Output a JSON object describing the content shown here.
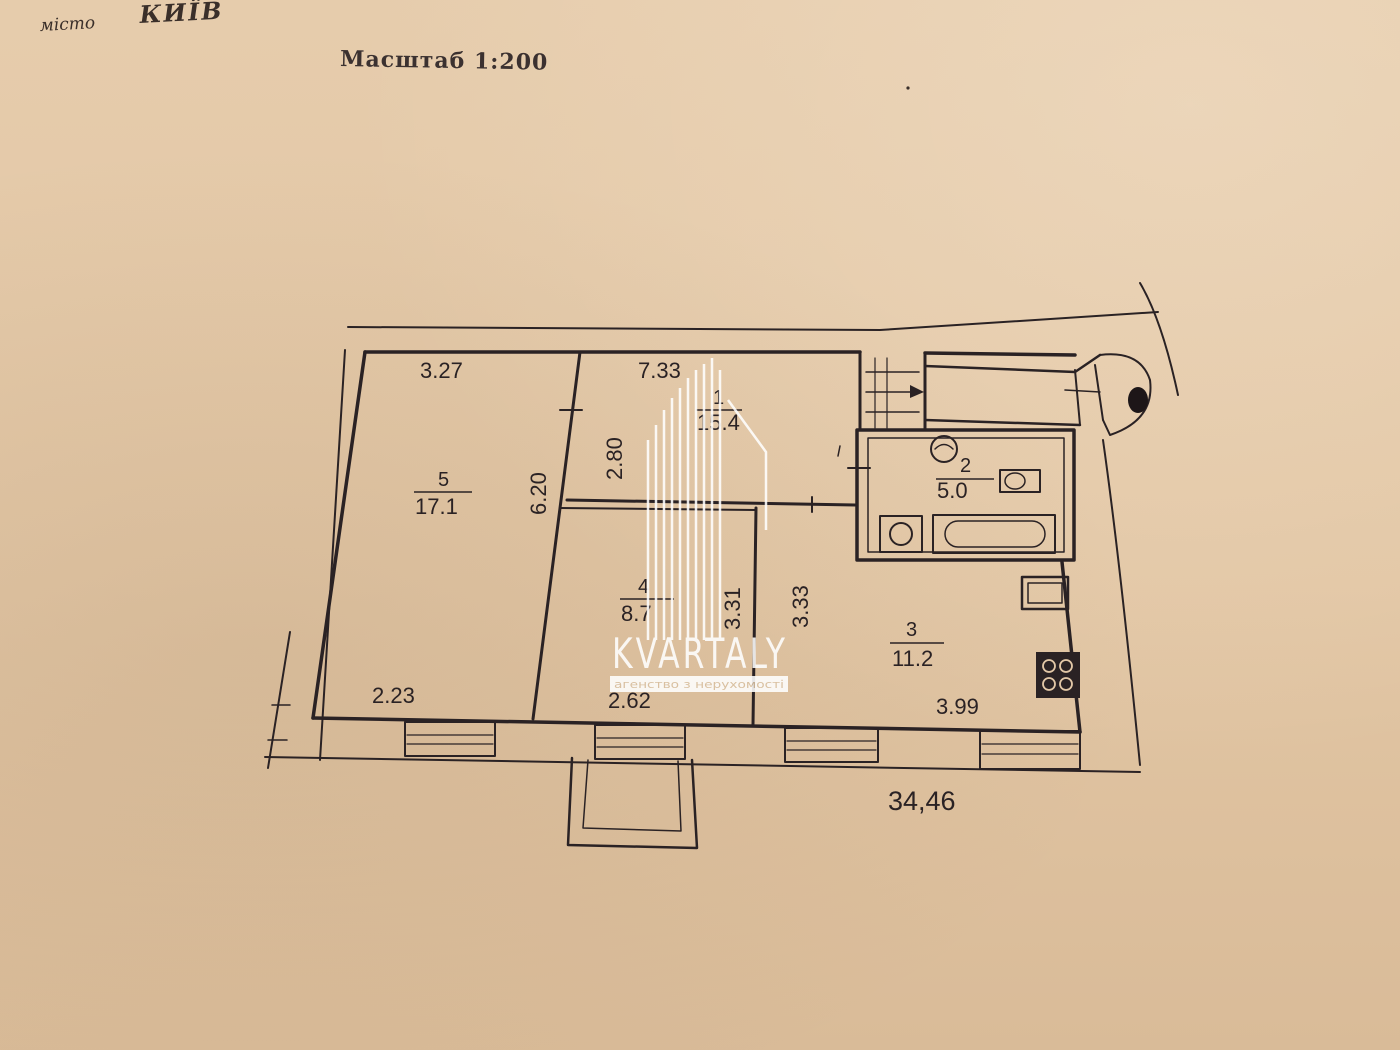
{
  "header": {
    "city_caption": "місто",
    "city": "КИЇВ",
    "scale": "Масштаб 1:200"
  },
  "rooms": [
    {
      "number": "1",
      "area": "15.4"
    },
    {
      "number": "2",
      "area": "5.0"
    },
    {
      "number": "3",
      "area": "11.2"
    },
    {
      "number": "4",
      "area": "8.7"
    },
    {
      "number": "5",
      "area": "17.1"
    }
  ],
  "dimensions": {
    "room5_width": "3.27",
    "room1_width": "7.33",
    "room5_length": "6.20",
    "room1_depth": "2.80",
    "room4_length": "3.31",
    "room3_length": "3.33",
    "room5_bottom": "2.23",
    "room4_bottom": "2.62",
    "room3_bottom": "3.99"
  },
  "total_area": "34,46",
  "watermark": {
    "name": "KVARTALY",
    "tagline": "агенство з нерухомості"
  },
  "colors": {
    "paper": "#e3c8a7",
    "ink": "#2a2224",
    "watermark": "#ffffff"
  }
}
